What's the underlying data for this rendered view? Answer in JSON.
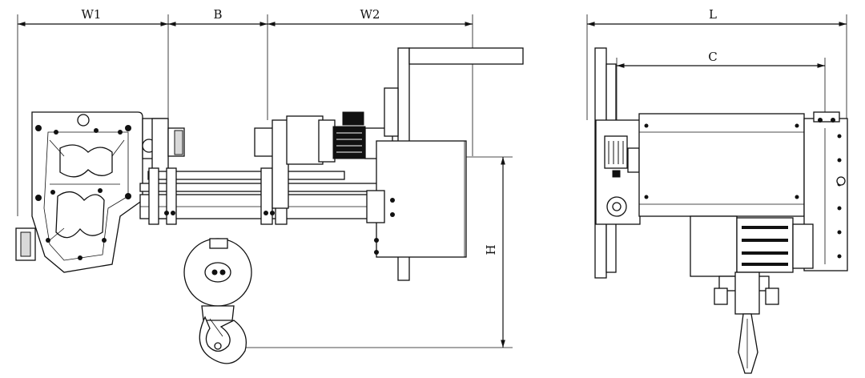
{
  "dimensions": {
    "w1": "W1",
    "b": "B",
    "w2": "W2",
    "l": "L",
    "c": "C",
    "h": "H"
  }
}
